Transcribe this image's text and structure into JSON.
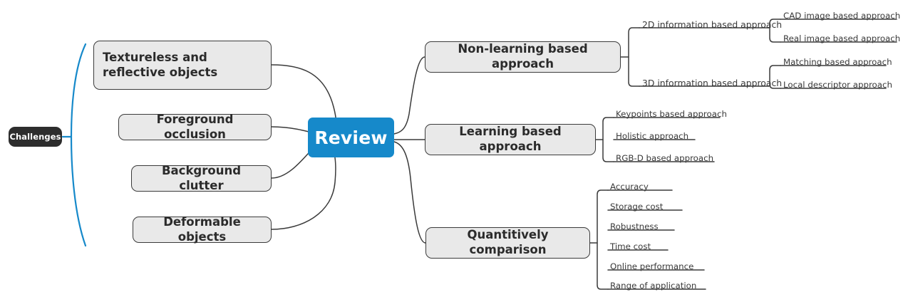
{
  "diagram": {
    "type": "mind-map",
    "title_node": "Review",
    "root": {
      "label": "Challenges"
    },
    "center": {
      "label": "Review",
      "color": "#1689ca",
      "text_color": "#ffffff"
    },
    "colors": {
      "brace": "#1689ca",
      "box_fill": "#e9e9e9",
      "box_border": "#3b3b3b",
      "root_fill": "#2d2d2d",
      "link": "#3a3a3a",
      "text": "#2b2b2b",
      "background": "#ffffff"
    },
    "challenges": [
      {
        "label": "Textureless and reflective objects"
      },
      {
        "label": "Foreground occlusion"
      },
      {
        "label": "Background clutter"
      },
      {
        "label": "Deformable objects"
      }
    ],
    "branches": [
      {
        "label": "Non-learning based approach",
        "children": [
          {
            "label": "2D information based approach",
            "children": [
              {
                "label": "CAD image based approach"
              },
              {
                "label": "Real image based approach"
              }
            ]
          },
          {
            "label": "3D information based approach",
            "children": [
              {
                "label": "Matching based approach"
              },
              {
                "label": "Local descriptor approach"
              }
            ]
          }
        ]
      },
      {
        "label": "Learning based approach",
        "children": [
          {
            "label": "Keypoints based approach"
          },
          {
            "label": "Holistic approach"
          },
          {
            "label": "RGB-D based approach"
          }
        ]
      },
      {
        "label": "Quantitively comparison",
        "children": [
          {
            "label": "Accuracy"
          },
          {
            "label": "Storage cost"
          },
          {
            "label": "Robustness"
          },
          {
            "label": "Time cost"
          },
          {
            "label": "Online performance"
          },
          {
            "label": "Range of application"
          }
        ]
      }
    ]
  }
}
